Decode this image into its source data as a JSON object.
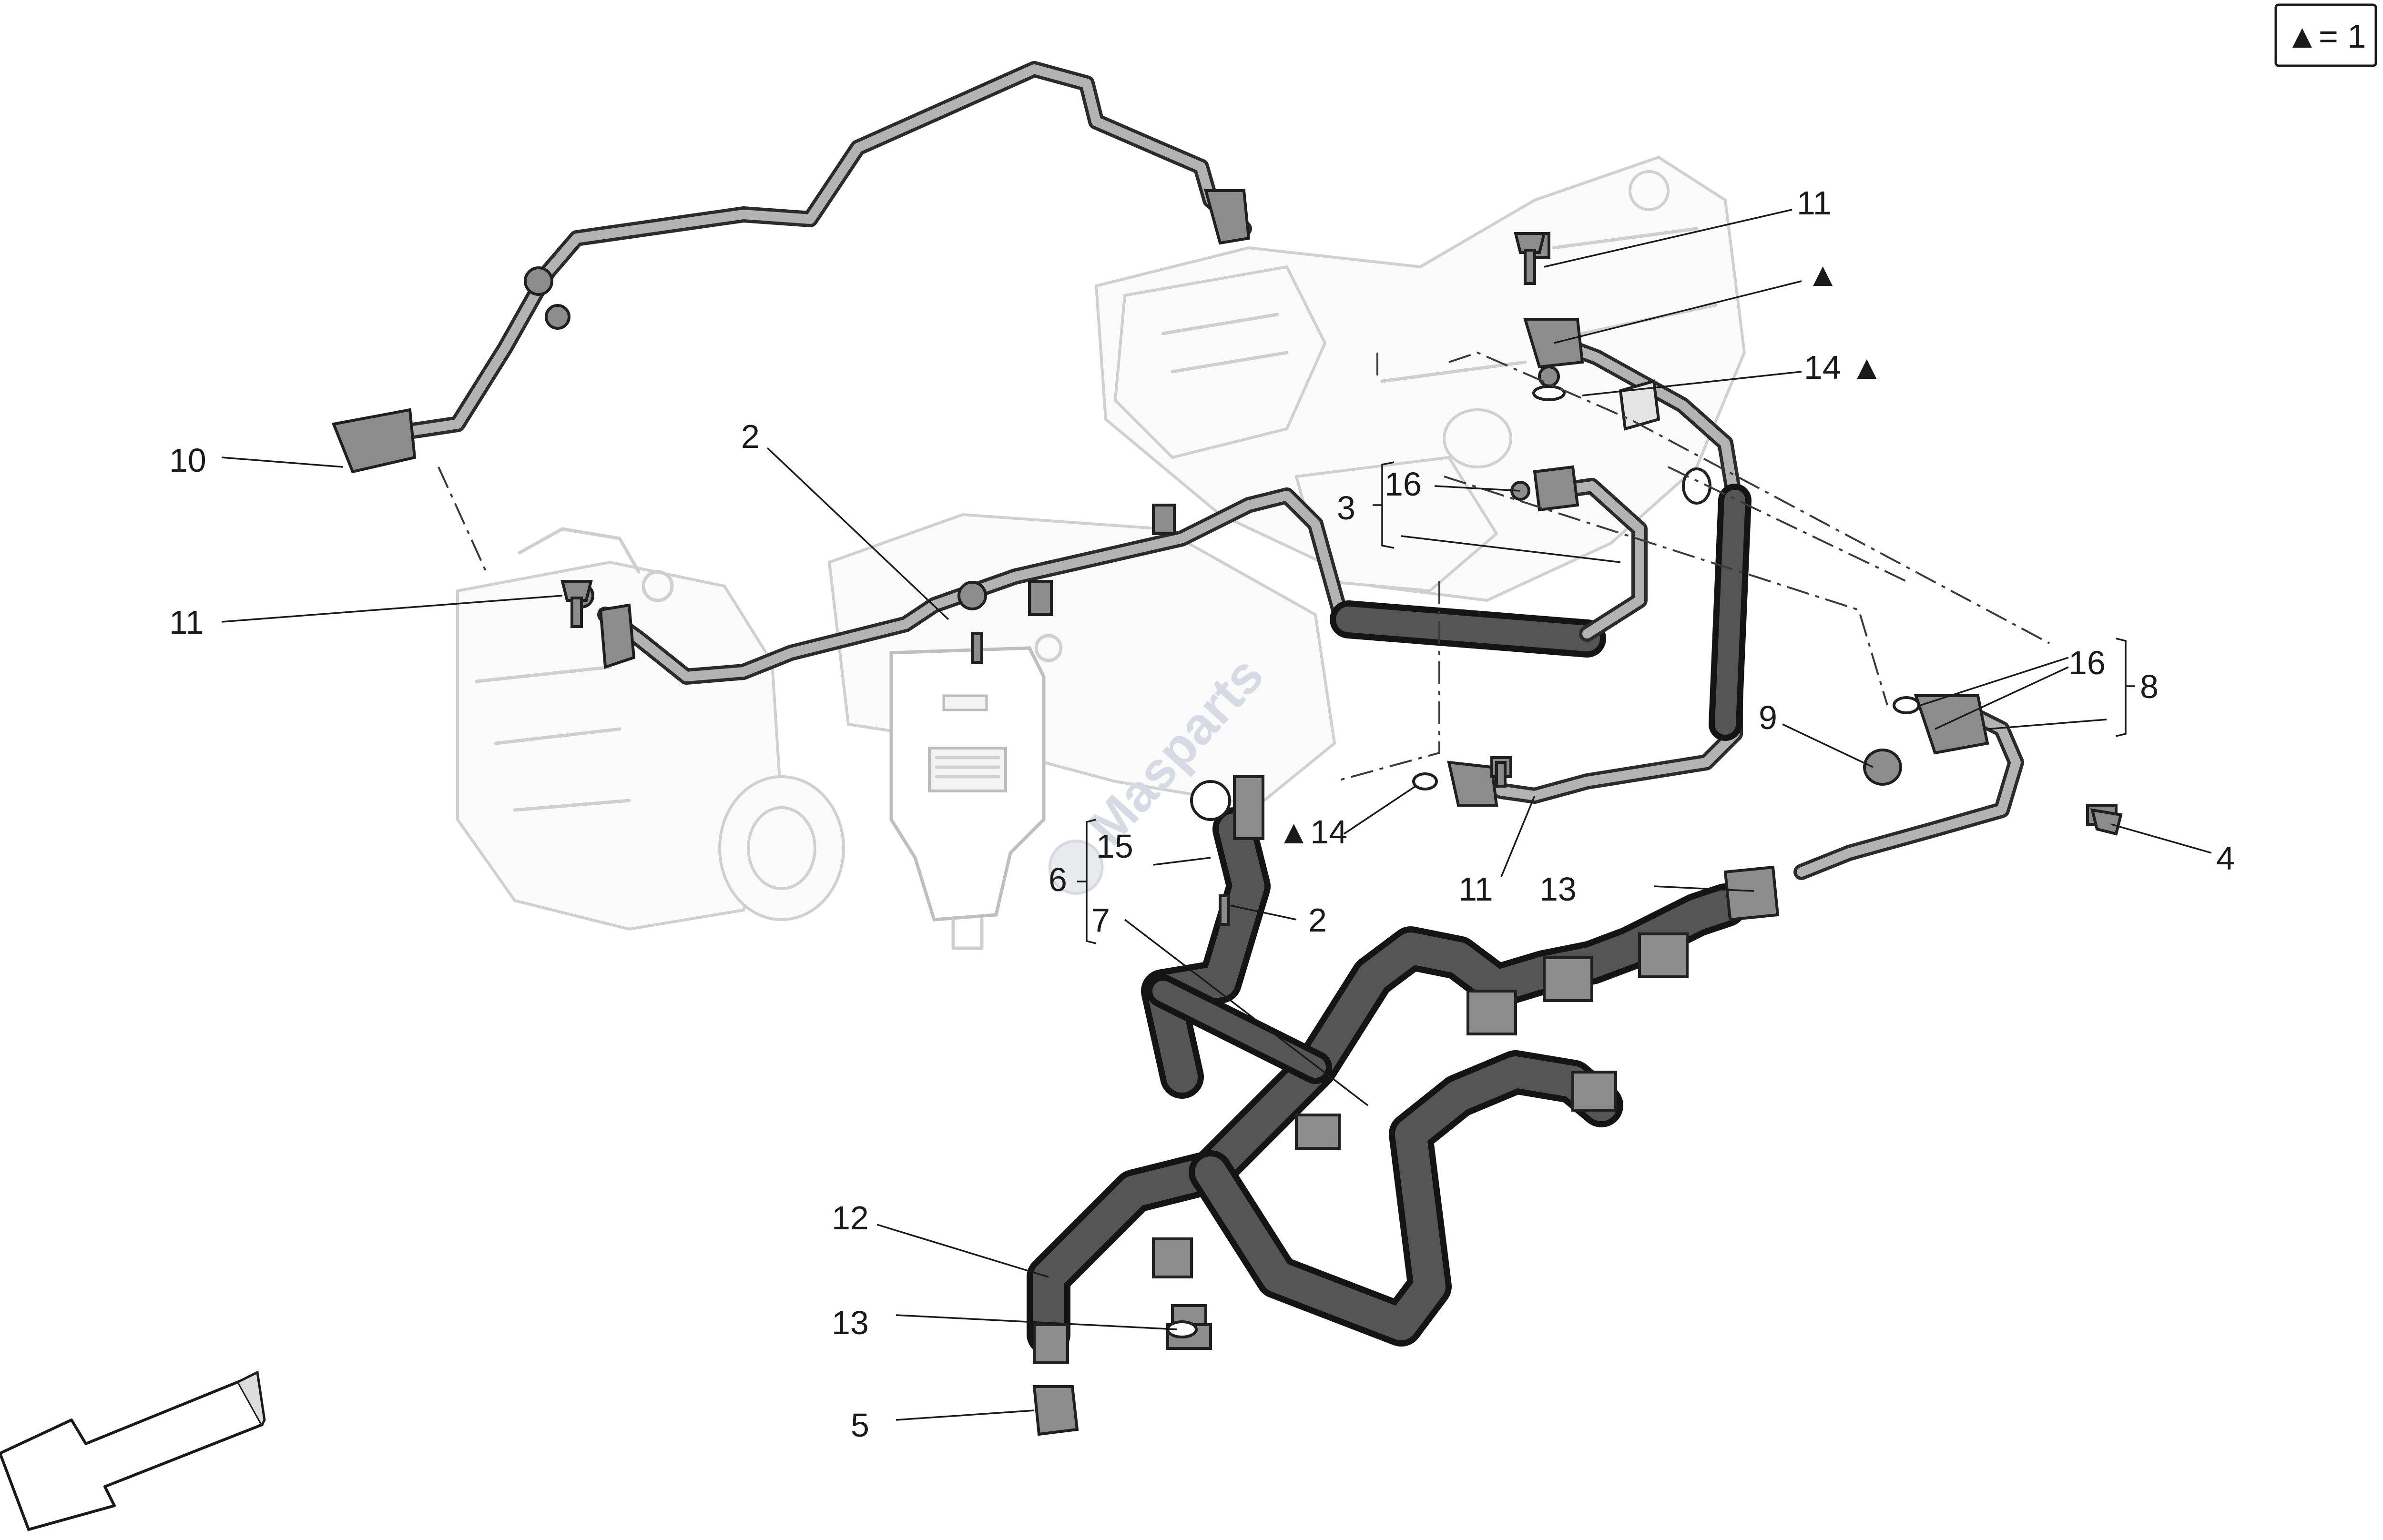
{
  "legend": {
    "text": "▲= 1"
  },
  "watermark": {
    "text": "Masparts"
  },
  "callouts": [
    {
      "id": "c1",
      "text": "11"
    },
    {
      "id": "c2",
      "text": "▲"
    },
    {
      "id": "c3",
      "text": "14 ▲"
    },
    {
      "id": "c4",
      "text": "2"
    },
    {
      "id": "c5",
      "text": "10"
    },
    {
      "id": "c6",
      "text": "16"
    },
    {
      "id": "c7",
      "text": "3"
    },
    {
      "id": "c8",
      "text": "11"
    },
    {
      "id": "c9",
      "text": "16"
    },
    {
      "id": "c10",
      "text": "8"
    },
    {
      "id": "c11",
      "text": "9"
    },
    {
      "id": "c12",
      "text": "▲14"
    },
    {
      "id": "c13",
      "text": "15"
    },
    {
      "id": "c14",
      "text": "6"
    },
    {
      "id": "c15",
      "text": "7"
    },
    {
      "id": "c16",
      "text": "2"
    },
    {
      "id": "c17",
      "text": "11"
    },
    {
      "id": "c18",
      "text": "13"
    },
    {
      "id": "c19",
      "text": "4"
    },
    {
      "id": "c20",
      "text": "12"
    },
    {
      "id": "c21",
      "text": "13"
    },
    {
      "id": "c22",
      "text": "5"
    }
  ]
}
